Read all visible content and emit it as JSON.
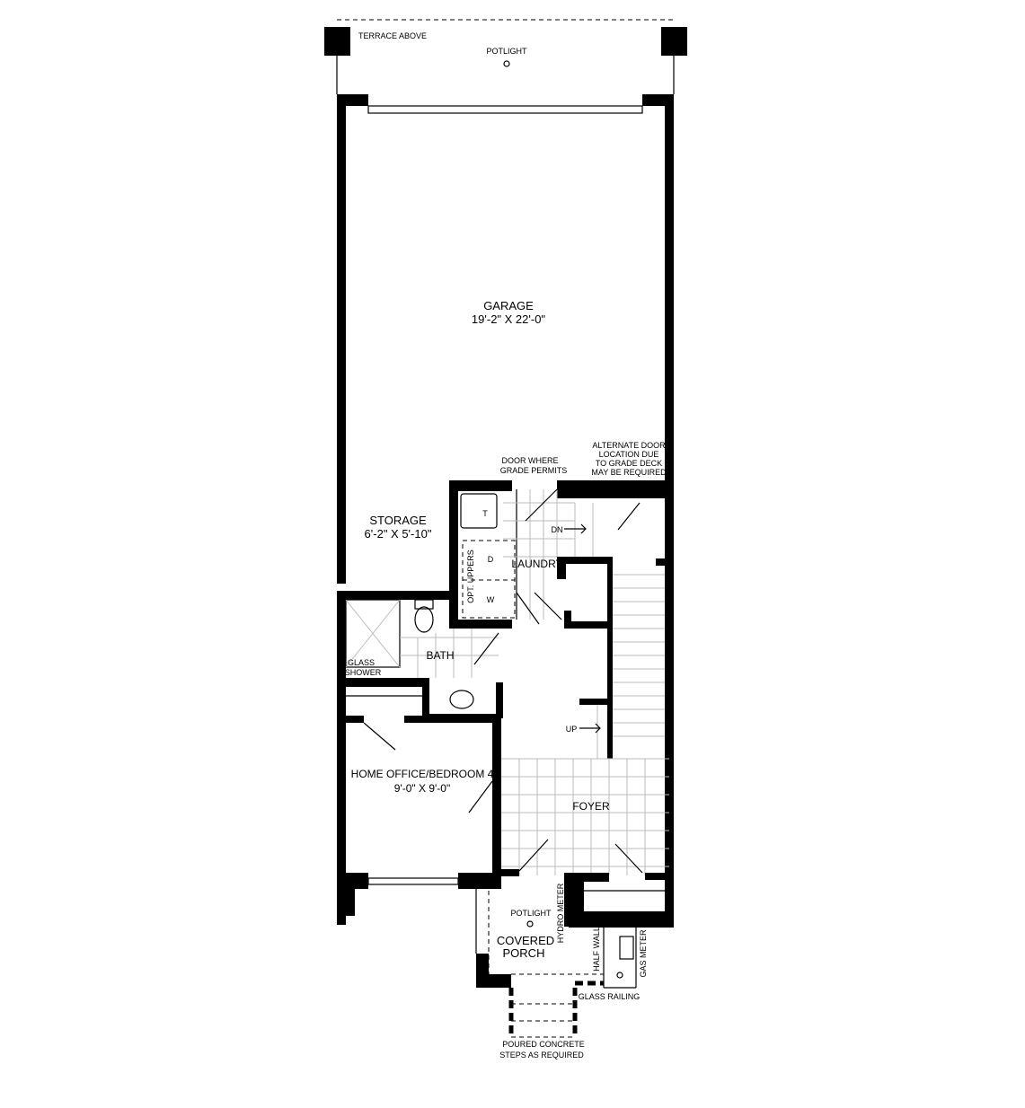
{
  "labels": {
    "terrace": "TERRACE ABOVE",
    "potlight_top": "POTLIGHT",
    "garage": "GARAGE",
    "garage_dim": "19'-2\" X 22'-0\"",
    "door_where_1": "DOOR WHERE",
    "door_where_2": "GRADE PERMITS",
    "alt_door_1": "ALTERNATE DOOR",
    "alt_door_2": "LOCATION DUE",
    "alt_door_3": "TO GRADE DECK",
    "alt_door_4": "MAY BE REQUIRED",
    "storage": "STORAGE",
    "storage_dim": "6'-2\" X 5'-10\"",
    "tub": "T",
    "dryer": "D",
    "washer": "W",
    "opt_uppers": "OPT. UPPERS",
    "laundry": "LAUNDRY",
    "dn": "DN",
    "up": "UP",
    "bath": "BATH",
    "glass_shower_1": "GLASS",
    "glass_shower_2": "SHOWER",
    "office": "HOME OFFICE/BEDROOM 4",
    "office_dim": "9'-0\" X 9'-0\"",
    "foyer": "FOYER",
    "potlight_porch": "POTLIGHT",
    "porch_1": "COVERED",
    "porch_2": "PORCH",
    "hydro_meter": "HYDRO METER",
    "half_wall": "HALF WALL",
    "gas_meter": "GAS METER",
    "glass_railing": "GLASS RAILING",
    "steps_1": "POURED CONCRETE",
    "steps_2": "STEPS AS REQUIRED"
  }
}
